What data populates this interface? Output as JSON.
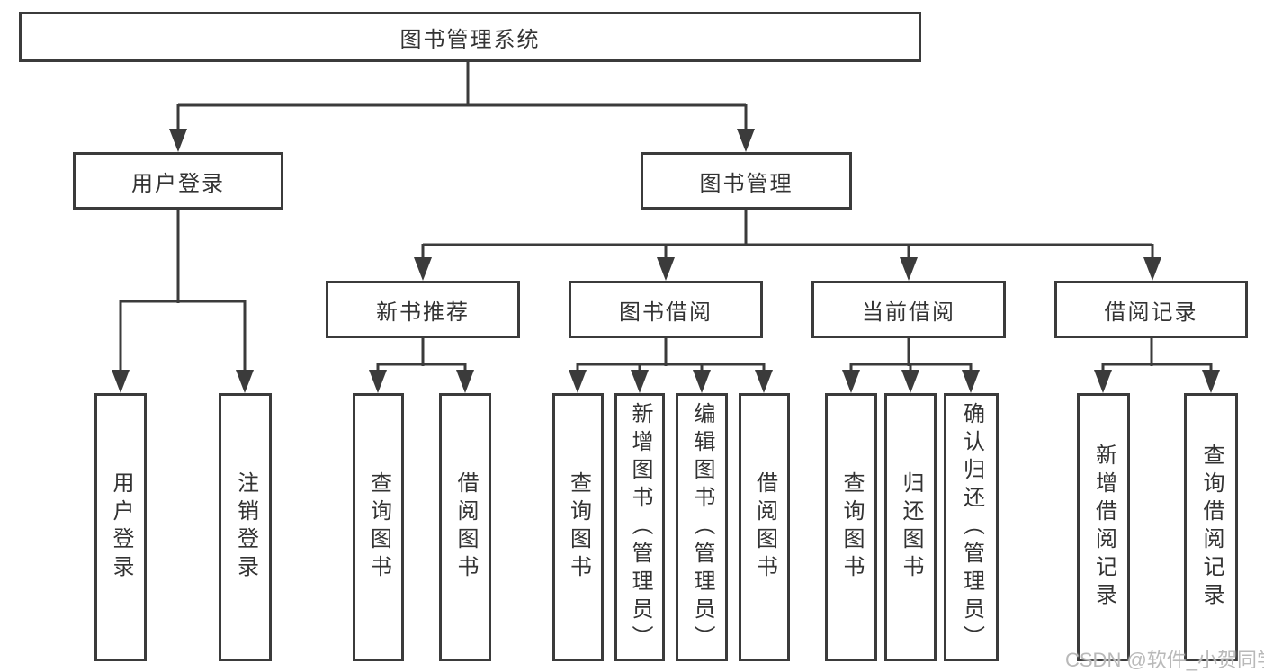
{
  "diagram_title": "图书管理系统",
  "tree": {
    "label": "图书管理系统",
    "children": [
      {
        "label": "用户登录",
        "children": [
          {
            "label": "用户登录"
          },
          {
            "label": "注销登录"
          }
        ]
      },
      {
        "label": "图书管理",
        "children": [
          {
            "label": "新书推荐",
            "children": [
              {
                "label": "查询图书"
              },
              {
                "label": "借阅图书"
              }
            ]
          },
          {
            "label": "图书借阅",
            "children": [
              {
                "label": "查询图书"
              },
              {
                "label": "新增图书（管理员）"
              },
              {
                "label": "编辑图书（管理员）"
              },
              {
                "label": "借阅图书"
              }
            ]
          },
          {
            "label": "当前借阅",
            "children": [
              {
                "label": "查询图书"
              },
              {
                "label": "归还图书"
              },
              {
                "label": "确认归还（管理员）"
              }
            ]
          },
          {
            "label": "借阅记录",
            "children": [
              {
                "label": "新增借阅记录"
              },
              {
                "label": "查询借阅记录"
              }
            ]
          }
        ]
      }
    ]
  },
  "watermark": "CSDN @软件_小贺同学",
  "colors": {
    "line": "#3b3b3b",
    "border": "#3b3b3b",
    "text": "#333333",
    "watermark": "#b9b9b9",
    "background": "#ffffff"
  }
}
